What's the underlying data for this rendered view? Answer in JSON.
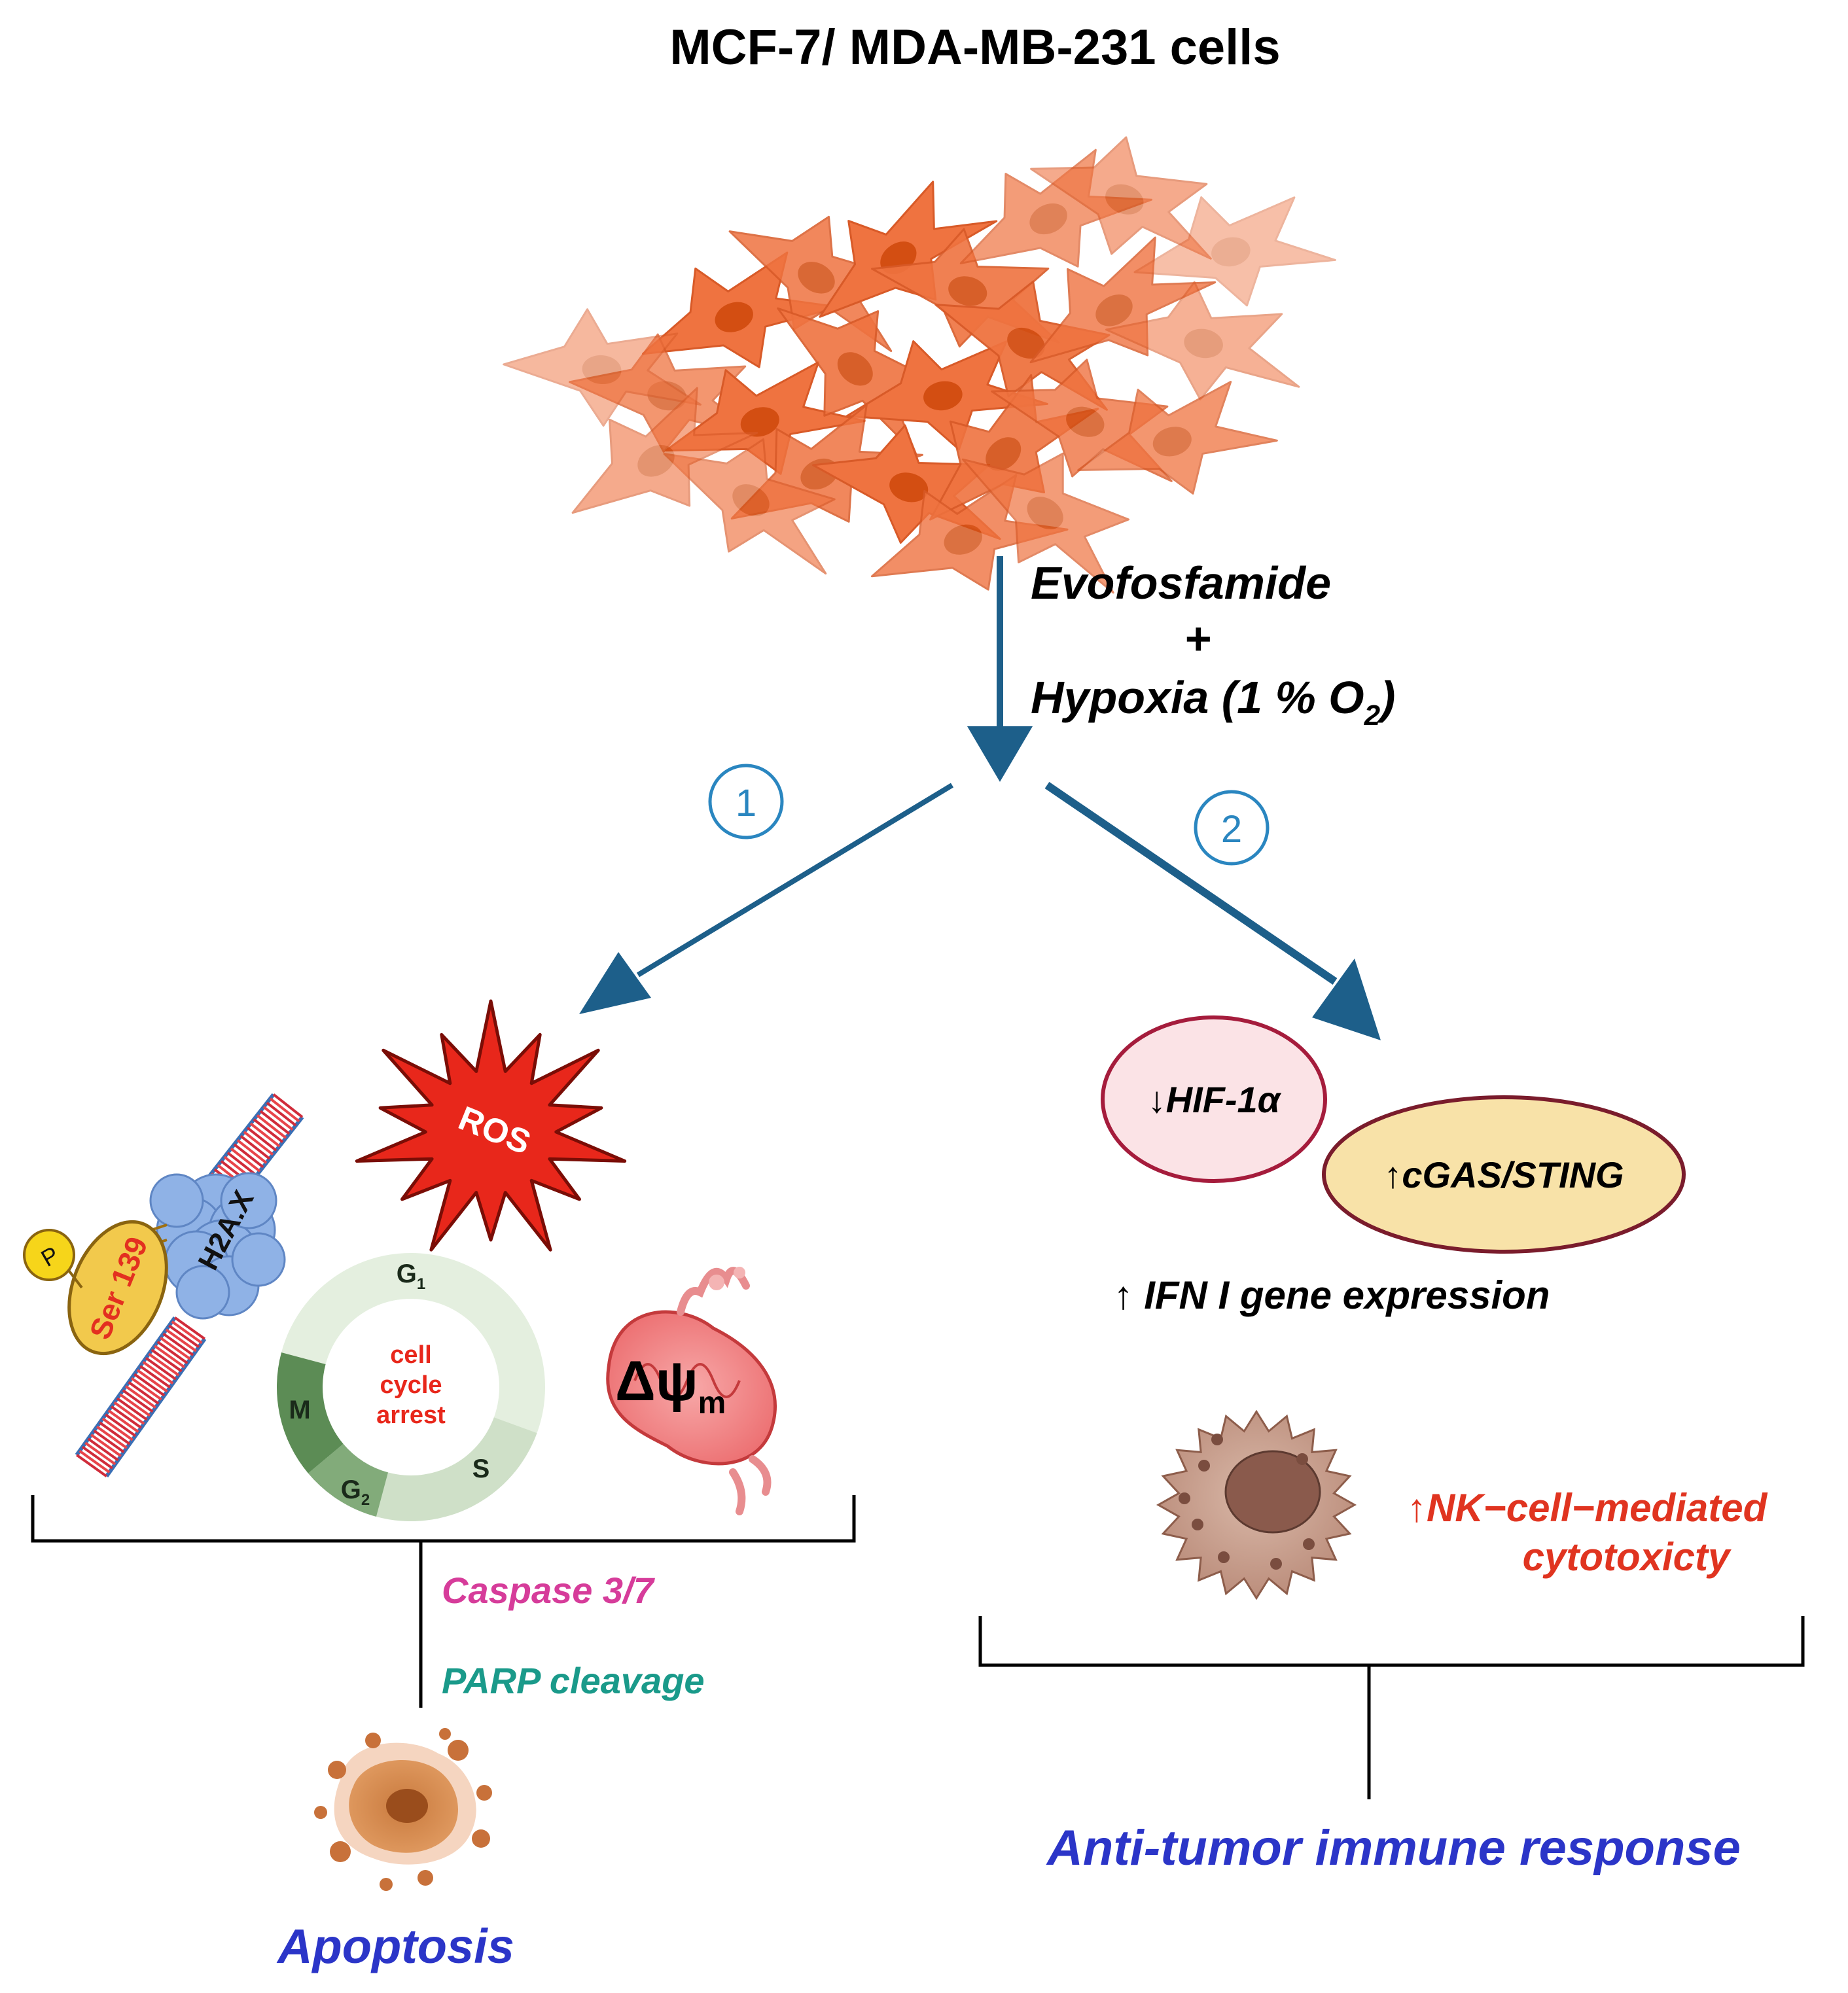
{
  "title": "MCF-7/ MDA-MB-231 cells",
  "treatment": {
    "drug": "Evofosfamide",
    "plus": "+",
    "hypoxia": "Hypoxia (1 % O",
    "hypoxia_sub": "2",
    "hypoxia_close": ")"
  },
  "branches": {
    "left_num": "1",
    "right_num": "2"
  },
  "left": {
    "ros": "ROS",
    "h2ax": "H2A.X",
    "ser": "Ser 139",
    "p": "P",
    "cycle": {
      "g1": "G",
      "g1_sub": "1",
      "s": "S",
      "g2": "G",
      "g2_sub": "2",
      "m": "M",
      "center": [
        "cell",
        "cycle",
        "arrest"
      ]
    },
    "mito_symbol": "Δψ",
    "mito_sub": "m",
    "caspase": "Caspase 3/7",
    "parp": "PARP cleavage",
    "outcome": "Apoptosis"
  },
  "right": {
    "hif": "↓HIF-1α",
    "cgas": "↑cGAS/STING",
    "ifn": "↑ IFN I gene expression",
    "nk_line1": "↑NK−cell−mediated",
    "nk_line2": "cytotoxicty",
    "outcome": "Anti-tumor immune response"
  },
  "colors": {
    "arrow": "#1d5f8a",
    "cell": "#ef7340",
    "ros": "#e8271b",
    "caspase": "#d63c9a",
    "parp": "#1a9a8a",
    "outcome": "#2b35c8",
    "nk": "#e03420",
    "hif_fill": "#fbe3e6",
    "hif_stroke": "#a51c3c",
    "cgas_fill": "#f8e2a8",
    "cgas_stroke": "#7a1c2c"
  }
}
